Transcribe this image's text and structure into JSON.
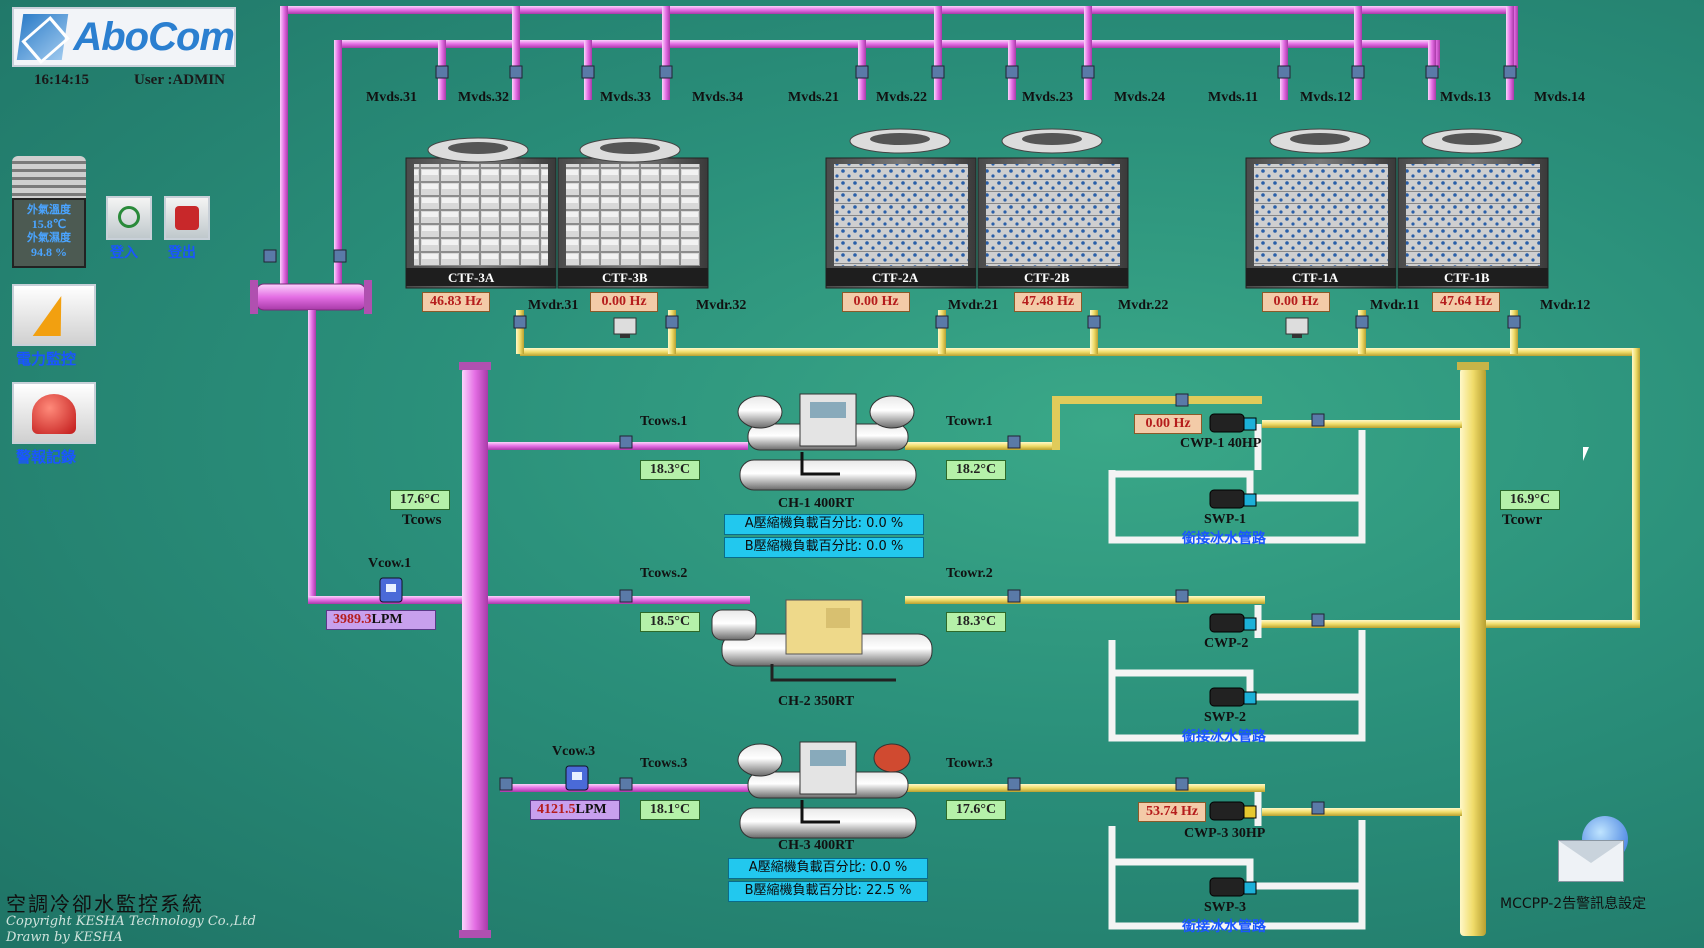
{
  "header": {
    "logo_text": "AboCom",
    "time": "16:14:15",
    "user": "User :ADMIN"
  },
  "weather": {
    "line1": "外氣溫度",
    "temp": "15.8℃",
    "line2": "外氣濕度",
    "humidity": "94.8 %"
  },
  "buttons": {
    "login_label": "登入",
    "logout_label": "登出",
    "power_label": "電力監控",
    "alarm_label": "警報記錄"
  },
  "colors": {
    "chilled_pipe": "#e879e8",
    "condenser_pipe": "#f2e27a",
    "makeup_pipe": "#f0f0f0",
    "background": "#2a8f7a"
  },
  "towers": [
    {
      "name": "CTF-3A",
      "hz": "46.83 Hz",
      "fill": "grid"
    },
    {
      "name": "CTF-3B",
      "hz": "0.00 Hz",
      "fill": "grid"
    },
    {
      "name": "CTF-2A",
      "hz": "0.00 Hz",
      "fill": "dots"
    },
    {
      "name": "CTF-2B",
      "hz": "47.48 Hz",
      "fill": "dots"
    },
    {
      "name": "CTF-1A",
      "hz": "0.00 Hz",
      "fill": "dots"
    },
    {
      "name": "CTF-1B",
      "hz": "47.64 Hz",
      "fill": "dots"
    }
  ],
  "valves_top": [
    "Mvds.31",
    "Mvds.32",
    "Mvds.33",
    "Mvds.34",
    "Mvds.21",
    "Mvds.22",
    "Mvds.23",
    "Mvds.24",
    "Mvds.11",
    "Mvds.12",
    "Mvds.13",
    "Mvds.14"
  ],
  "valves_bottom": [
    "Mvdr.31",
    "Mvdr.32",
    "Mvdr.21",
    "Mvdr.22",
    "Mvdr.11",
    "Mvdr.12"
  ],
  "header_temps": {
    "tcows_label": "Tcows",
    "tcows_value": "17.6°C",
    "tcowr_label": "Tcowr",
    "tcowr_value": "16.9°C"
  },
  "chillers": [
    {
      "name": "CH-1 400RT",
      "tcows_label": "Tcows.1",
      "tcows": "18.3°C",
      "tcowr_label": "Tcowr.1",
      "tcowr": "18.2°C",
      "load_a": "A壓縮機負載百分比:  0.0  %",
      "load_b": "B壓縮機負載百分比:  0.0  %"
    },
    {
      "name": "CH-2 350RT",
      "tcows_label": "Tcows.2",
      "tcows": "18.5°C",
      "tcowr_label": "Tcowr.2",
      "tcowr": "18.3°C"
    },
    {
      "name": "CH-3 400RT",
      "tcows_label": "Tcows.3",
      "tcows": "18.1°C",
      "tcowr_label": "Tcowr.3",
      "tcowr": "17.6°C",
      "load_a": "A壓縮機負載百分比:  0.0  %",
      "load_b": "B壓縮機負載百分比:  22.5 %"
    }
  ],
  "flows": [
    {
      "label": "Vcow.1",
      "value": "3989.3",
      "unit": "LPM"
    },
    {
      "label": "Vcow.3",
      "value": "4121.5",
      "unit": "LPM"
    }
  ],
  "pumps": [
    {
      "cwp": "CWP-1 40HP",
      "hz": "0.00 Hz",
      "swp": "SWP-1",
      "pipe": "銜接冰水管路"
    },
    {
      "cwp": "CWP-2",
      "hz": "",
      "swp": "SWP-2",
      "pipe": "銜接冰水管路"
    },
    {
      "cwp": "CWP-3 30HP",
      "hz": "53.74 Hz",
      "swp": "SWP-3",
      "pipe": "銜接冰水管路"
    }
  ],
  "footer": {
    "title": "空調冷卻水監控系統",
    "copyright": "Copyright  KESHA  Technology Co.,Ltd",
    "drawn": "Drawn by  KESHA",
    "mail_label": "MCCPP-2告警訊息設定"
  }
}
